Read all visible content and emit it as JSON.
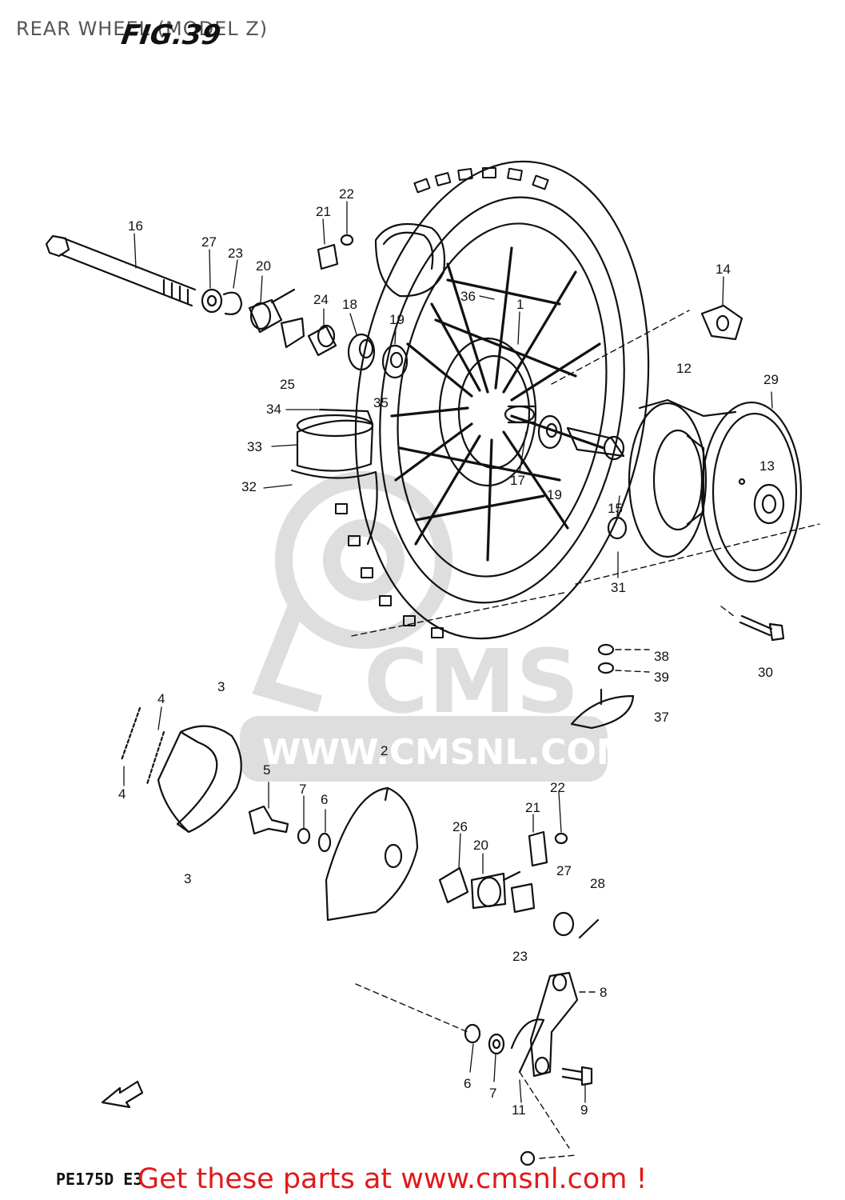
{
  "header": {
    "title": "REAR WHEEL (MODEL Z)",
    "figure_label": "FIG.39"
  },
  "watermark": {
    "brand": "CMS",
    "url": "WWW.CMSNL.COM"
  },
  "footer": {
    "model_code": "PE175D E3",
    "promo_text": "Get these parts at www.cmsnl.com !"
  },
  "part_labels": [
    "16",
    "27",
    "23",
    "20",
    "21",
    "22",
    "24",
    "18",
    "19",
    "25",
    "36",
    "1",
    "14",
    "34",
    "35",
    "33",
    "12",
    "29",
    "13",
    "32",
    "17",
    "19",
    "15",
    "31",
    "30",
    "38",
    "39",
    "37",
    "3",
    "4",
    "4",
    "5",
    "7",
    "6",
    "2",
    "22",
    "21",
    "26",
    "20",
    "27",
    "28",
    "23",
    "8",
    "6",
    "7",
    "11",
    "9",
    "3"
  ],
  "colors": {
    "line": "#111111",
    "watermark": "#dadada",
    "promo": "#e31818"
  }
}
